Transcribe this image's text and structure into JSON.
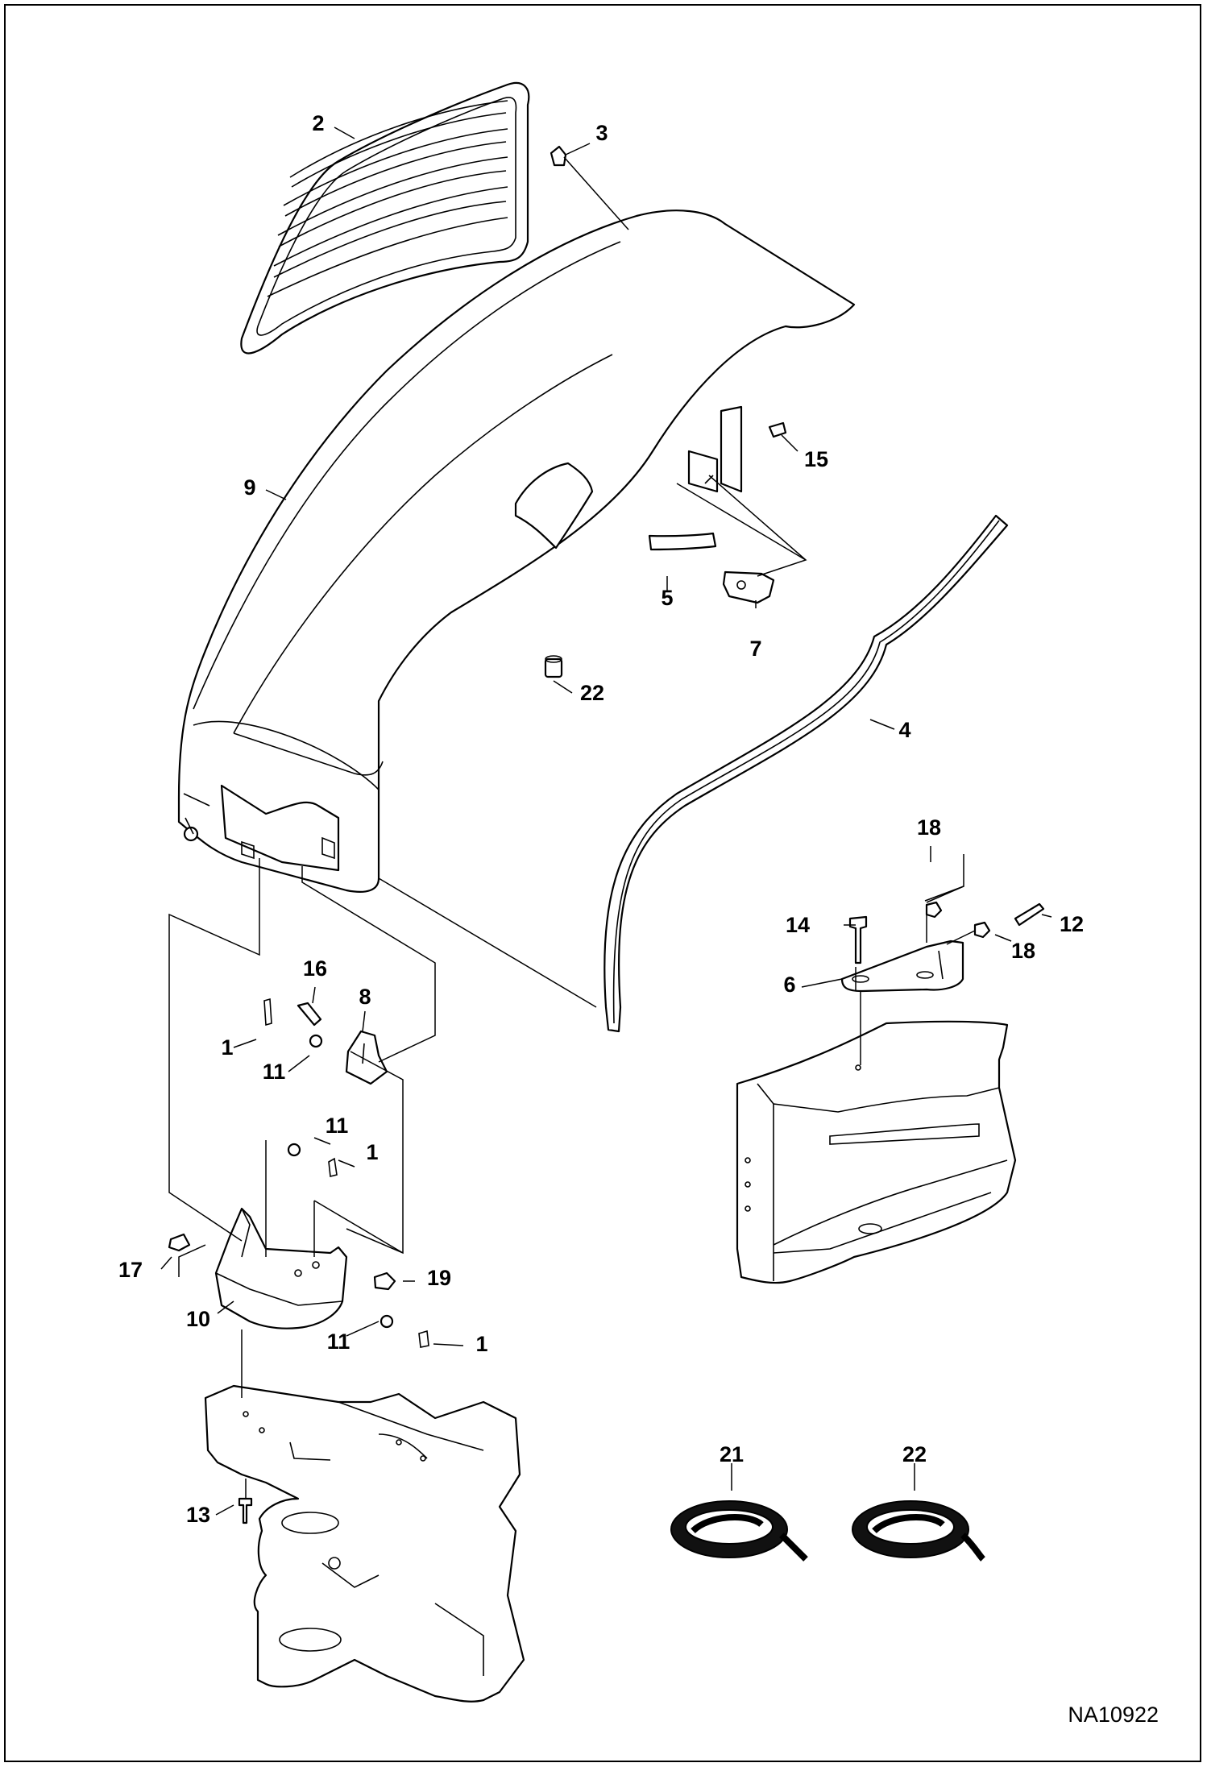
{
  "diagram": {
    "drawing_code": "NA10922",
    "callouts": [
      "2",
      "3",
      "9",
      "15",
      "5",
      "7",
      "22",
      "4",
      "18",
      "14",
      "12",
      "18",
      "6",
      "16",
      "8",
      "1",
      "11",
      "11",
      "1",
      "17",
      "19",
      "10",
      "11",
      "1",
      "21",
      "22",
      "13"
    ]
  }
}
